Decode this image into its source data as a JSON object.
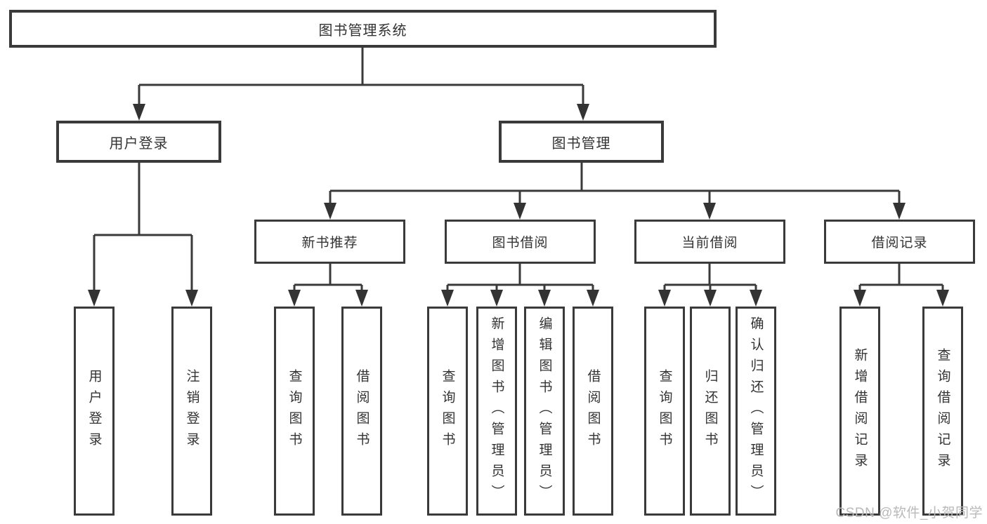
{
  "colors": {
    "line": "#3a3a3a",
    "text": "#333333",
    "background": "#ffffff",
    "watermark": "#b9b9b9"
  },
  "watermark": "CSDN @软件_小贺同学",
  "tree": {
    "root": "图书管理系统",
    "branches": [
      {
        "label": "用户登录",
        "children": [
          "用户登录",
          "注销登录"
        ]
      },
      {
        "label": "图书管理",
        "groups": [
          {
            "label": "新书推荐",
            "children": [
              "查询图书",
              "借阅图书"
            ]
          },
          {
            "label": "图书借阅",
            "children": [
              "查询图书",
              "新增图书（管理员）",
              "编辑图书（管理员）",
              "借阅图书"
            ]
          },
          {
            "label": "当前借阅",
            "children": [
              "查询图书",
              "归还图书",
              "确认归还（管理员）"
            ]
          },
          {
            "label": "借阅记录",
            "children": [
              "新增借阅记录",
              "查询借阅记录"
            ]
          }
        ]
      }
    ]
  }
}
